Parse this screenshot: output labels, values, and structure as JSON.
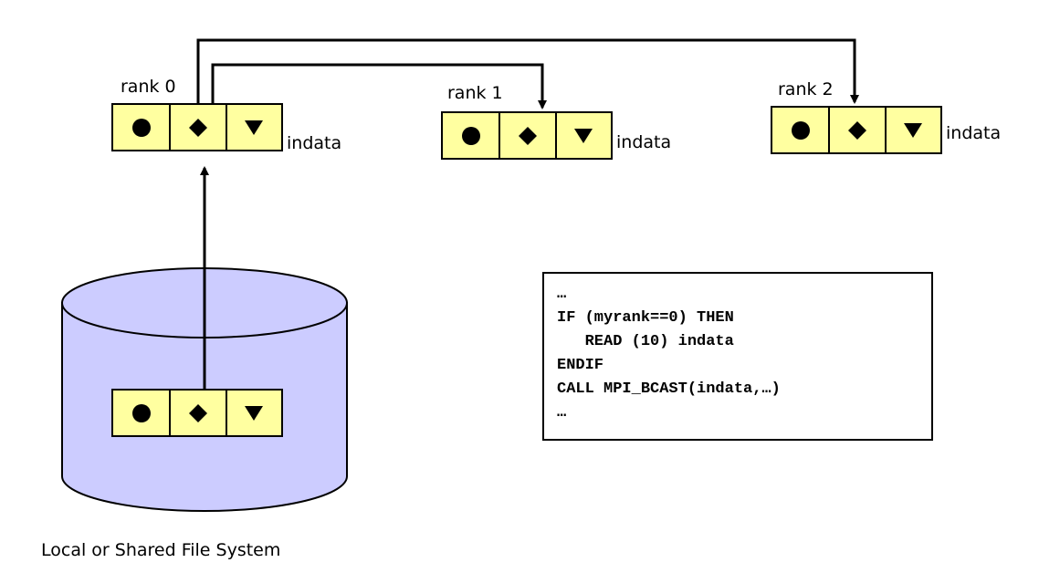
{
  "nodes": [
    {
      "id": "rank0",
      "title": "rank 0",
      "buffer": "indata"
    },
    {
      "id": "rank1",
      "title": "rank 1",
      "buffer": "indata"
    },
    {
      "id": "rank2",
      "title": "rank 2",
      "buffer": "indata"
    }
  ],
  "storage": {
    "label": "Local or Shared File System"
  },
  "data_elements": [
    "circle",
    "diamond",
    "triangle-down"
  ],
  "code": {
    "lines": [
      "…",
      "IF (myrank==0) THEN",
      "   READ (10) indata",
      "ENDIF",
      "CALL MPI_BCAST(indata,…)",
      "…"
    ]
  },
  "colors": {
    "cell_fill": "#ffffa0",
    "cylinder_fill": "#ccccff",
    "line": "#000000"
  }
}
